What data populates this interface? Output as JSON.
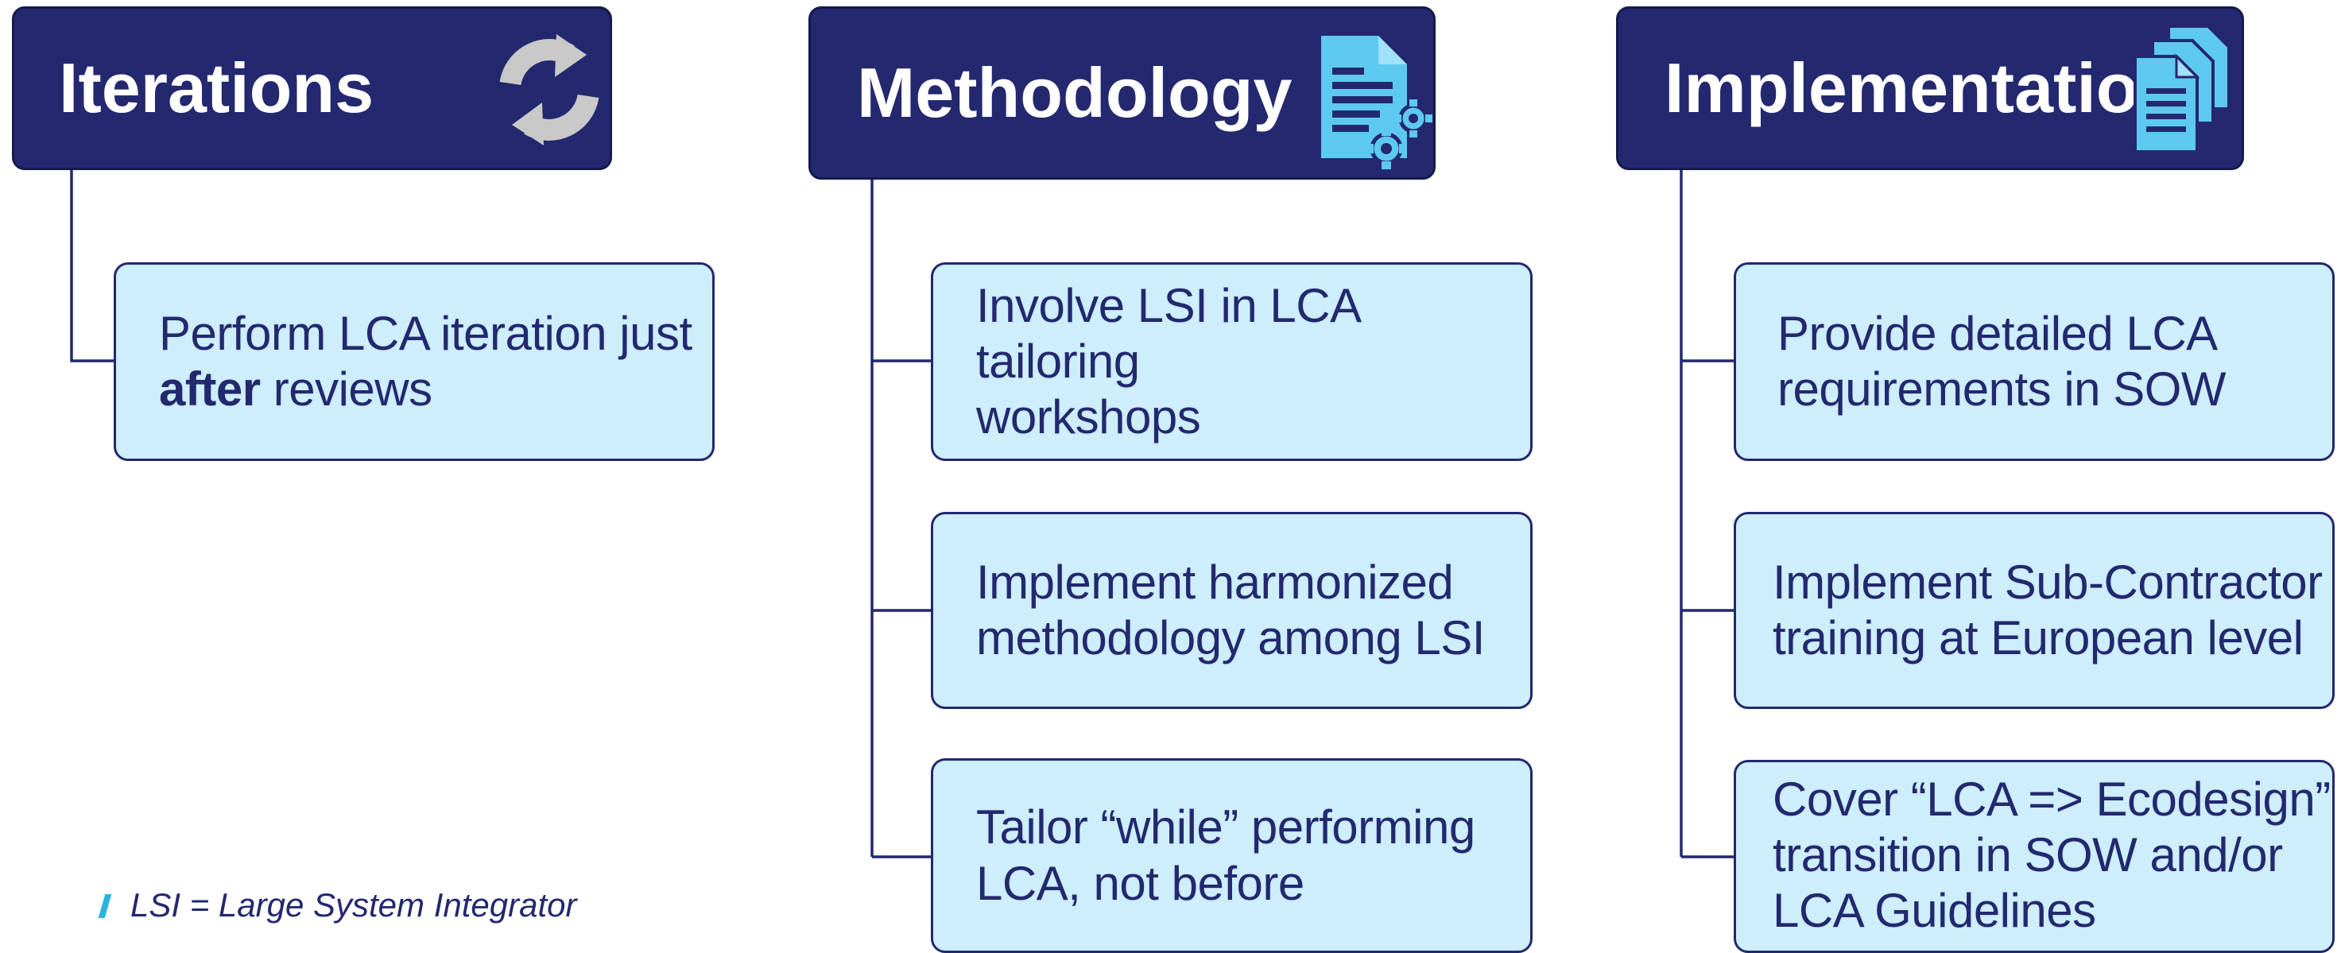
{
  "columns": [
    {
      "title": "Iterations",
      "icon": "refresh-icon",
      "items": [
        {
          "parts": [
            {
              "text": "Perform LCA iteration just "
            },
            {
              "br": true
            },
            {
              "text": "after",
              "bold": true
            },
            {
              "text": " reviews"
            }
          ]
        }
      ]
    },
    {
      "title": "Methodology",
      "icon": "document-gears-icon",
      "items": [
        {
          "parts": [
            {
              "text": "Involve LSI in LCA tailoring"
            },
            {
              "br": true
            },
            {
              "text": "workshops"
            }
          ]
        },
        {
          "parts": [
            {
              "text": "Implement harmonized"
            },
            {
              "br": true
            },
            {
              "text": "methodology among LSI"
            }
          ]
        },
        {
          "parts": [
            {
              "text": "Tailor “while” performing"
            },
            {
              "br": true
            },
            {
              "text": "LCA, not before"
            }
          ]
        }
      ]
    },
    {
      "title": "Implementation",
      "icon": "documents-stack-icon",
      "items": [
        {
          "parts": [
            {
              "text": "Provide detailed LCA"
            },
            {
              "br": true
            },
            {
              "text": "requirements in SOW"
            }
          ]
        },
        {
          "parts": [
            {
              "text": "Implement Sub-Contractor"
            },
            {
              "br": true
            },
            {
              "text": "training at European level"
            }
          ]
        },
        {
          "parts": [
            {
              "text": "Cover “LCA => Ecodesign”"
            },
            {
              "br": true
            },
            {
              "text": "transition in SOW and/or"
            },
            {
              "br": true
            },
            {
              "text": "LCA Guidelines"
            }
          ]
        }
      ]
    }
  ],
  "footnote": "LSI = Large System Integrator",
  "colors": {
    "header_bg": "#23286f",
    "box_bg": "#cdeefa",
    "box_border": "#23286f",
    "text": "#23286f",
    "icon_grey": "#c8c8c8",
    "icon_blue": "#5ec9ef",
    "bullet": "#2bb3e0"
  }
}
